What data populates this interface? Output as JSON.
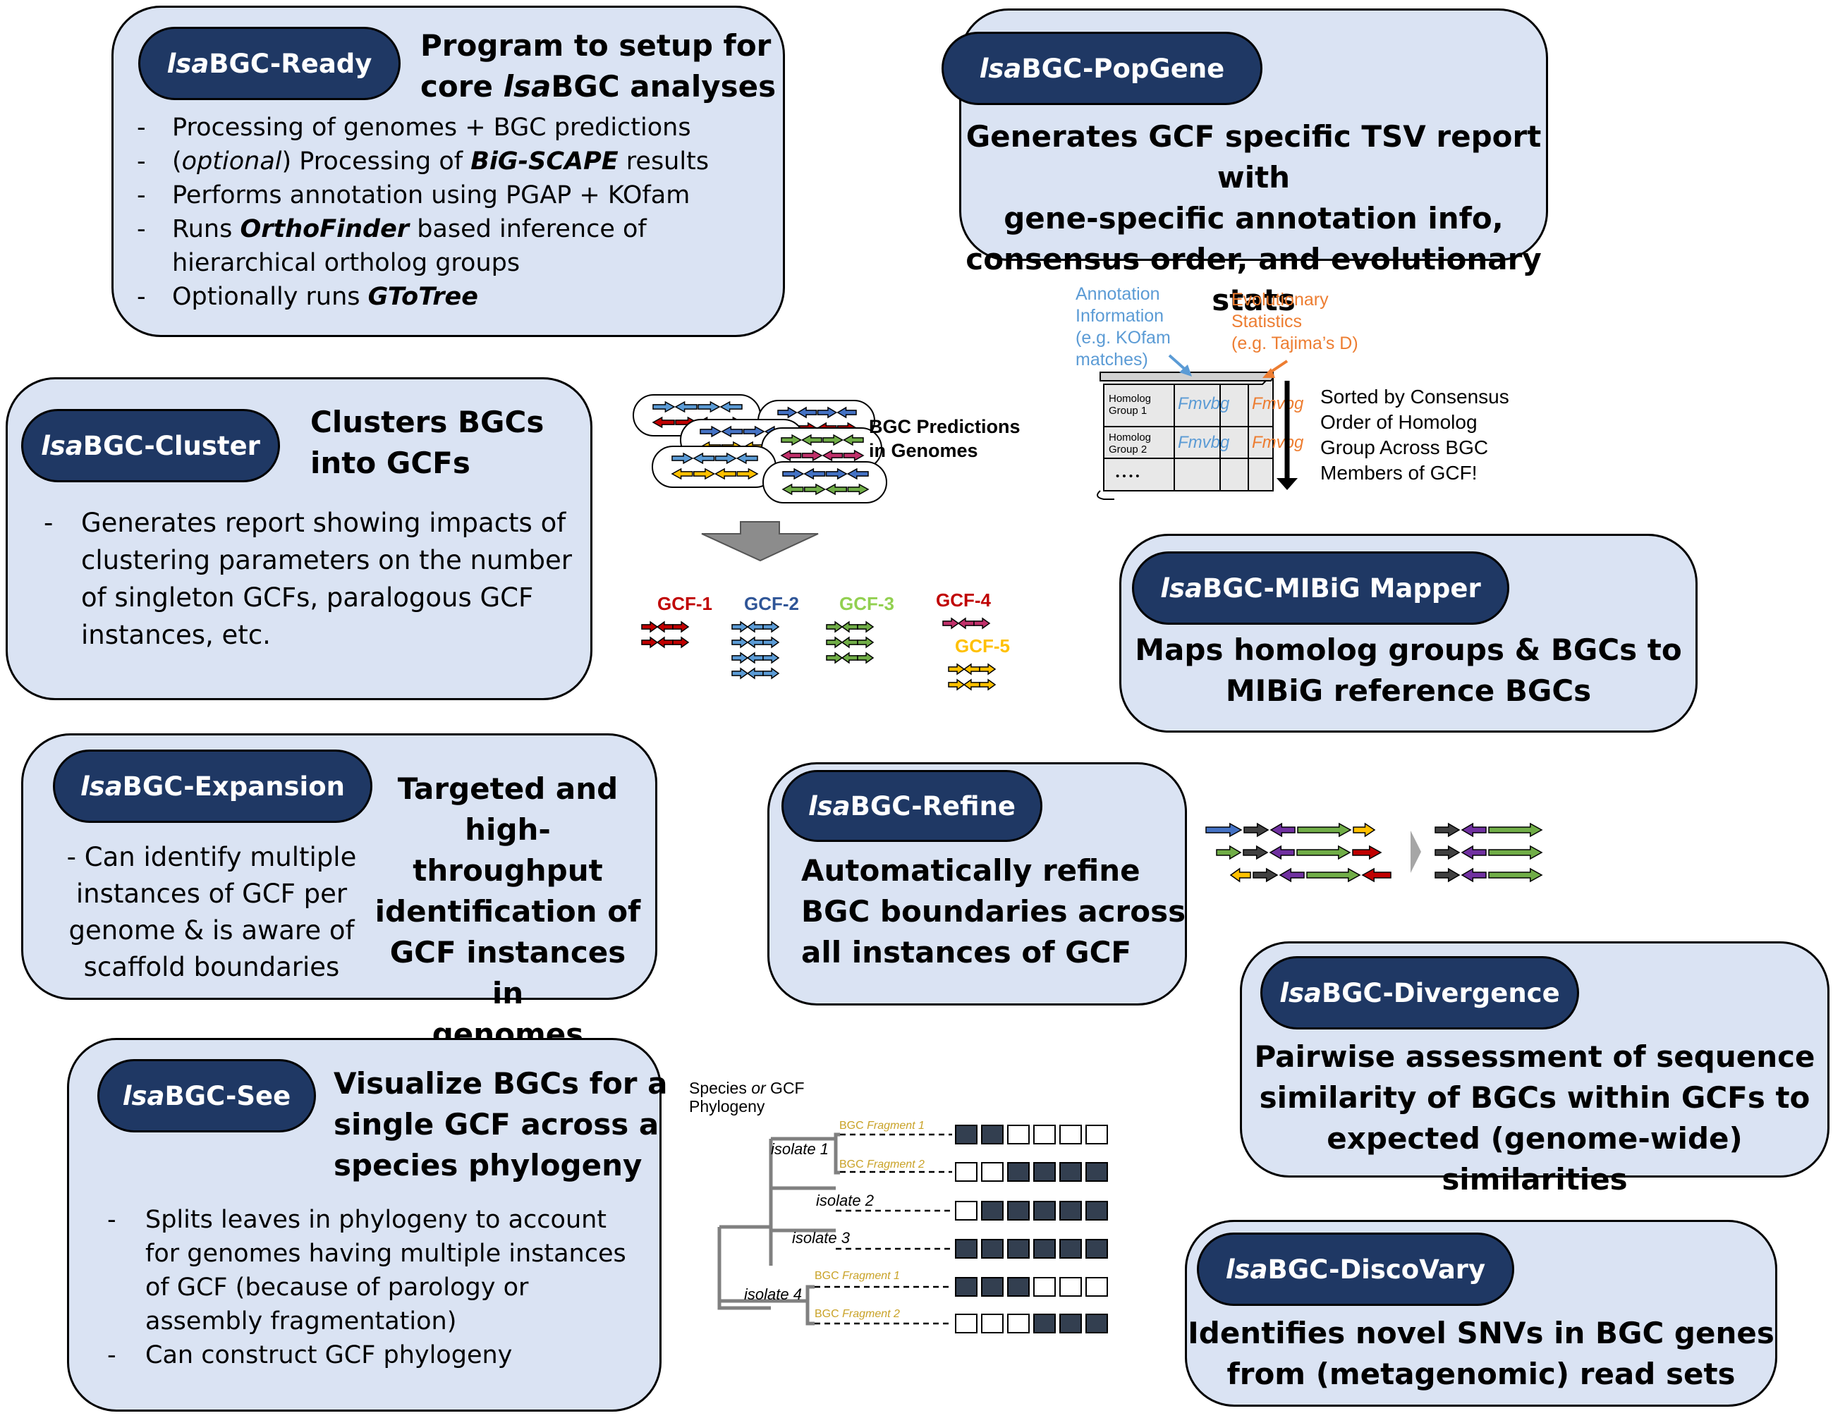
{
  "ready": {
    "pill_italic": "lsa",
    "pill_rest": "BGC-Ready",
    "head_line1": "Program to setup for",
    "head_line2_pre": "core ",
    "head_line2_italic": "lsa",
    "head_line2_post": "BGC analyses",
    "bullets": [
      {
        "pre": "Processing of genomes + BGC predictions",
        "emph": "",
        "post": ""
      },
      {
        "pre": "(",
        "italic": "optional",
        "mid": ") Processing of ",
        "emph": "BiG-SCAPE",
        "post": " results"
      },
      {
        "pre": "Performs annotation using PGAP + KOfam",
        "emph": "",
        "post": ""
      },
      {
        "pre": "Runs ",
        "emph": "OrthoFinder",
        "post": " based inference of hierarchical ortholog groups"
      },
      {
        "pre": "Optionally runs ",
        "emph": "GToTree",
        "post": ""
      }
    ]
  },
  "popgene": {
    "pill_italic": "lsa",
    "pill_rest": "BGC-PopGene",
    "head_lines": [
      "Generates GCF specific TSV report with",
      "gene-specific annotation info,",
      "consensus order, and evolutionary stats"
    ]
  },
  "cluster": {
    "pill_italic": "lsa",
    "pill_rest": "BGC-Cluster",
    "head_lines": [
      "Clusters BGCs",
      "into GCFs"
    ],
    "bullet": "Generates report showing impacts of clustering parameters on the number of singleton GCFs, paralogous GCF instances, etc."
  },
  "expansion": {
    "pill_italic": "lsa",
    "pill_rest": "BGC-Expansion",
    "body_lines": [
      "- Can identify multiple",
      "instances of GCF per",
      "genome & is aware of",
      "scaffold boundaries"
    ],
    "head_lines": [
      "Targeted and high-",
      "throughput",
      "identification of",
      "GCF instances in",
      "genomes"
    ]
  },
  "refine": {
    "pill_italic": "lsa",
    "pill_rest": "BGC-Refine",
    "head_lines": [
      "Automatically refine",
      "BGC boundaries across",
      "all instances of GCF"
    ]
  },
  "mibig": {
    "pill_italic": "lsa",
    "pill_rest": "BGC-MIBiG Mapper",
    "head_lines": [
      "Maps homolog groups & BGCs to",
      "MIBiG reference BGCs"
    ]
  },
  "divergence": {
    "pill_italic": "lsa",
    "pill_rest": "BGC-Divergence",
    "head_lines": [
      "Pairwise assessment of sequence",
      "similarity of BGCs within GCFs to",
      "expected (genome-wide) similarities"
    ]
  },
  "see": {
    "pill_italic": "lsa",
    "pill_rest": "BGC-See",
    "head_lines": [
      "Visualize BGCs for a",
      "single GCF across a",
      "species phylogeny"
    ],
    "bullets": [
      "Splits leaves in phylogeny to account for genomes having multiple instances of GCF (because of parology or assembly fragmentation)",
      "Can construct GCF phylogeny"
    ]
  },
  "discovary": {
    "pill_italic": "lsa",
    "pill_rest": "BGC-DiscoVary",
    "head_lines": [
      "Identifies novel SNVs in BGC genes",
      "from (metagenomic) read sets"
    ]
  },
  "predictions_label": [
    "BGC Predictions",
    "in Genomes"
  ],
  "gcf_labels": [
    {
      "text": "GCF-1",
      "color": "#c00000"
    },
    {
      "text": "GCF-2",
      "color": "#2f5597"
    },
    {
      "text": "GCF-3",
      "color": "#92d050"
    },
    {
      "text": "GCF-4",
      "color": "#c00000"
    },
    {
      "text": "GCF-5",
      "color": "#ffc000"
    }
  ],
  "tsv": {
    "annotation_label": [
      "Annotation",
      "Information",
      "(e.g. KOfam",
      "matches)"
    ],
    "annotation_color": "#5b9bd5",
    "evolution_label": [
      "Evolutionary",
      "Statistics",
      "(e.g. Tajima’s D)"
    ],
    "evolution_color": "#ed7d31",
    "row1": [
      "Homolog",
      "Group 1"
    ],
    "row2": [
      "Homolog",
      "Group 2"
    ],
    "ellipsis": "• • • •",
    "cell_scribble": "Fmvbg",
    "sorted_label": [
      "Sorted by Consensus",
      "Order of Homolog",
      "Group Across BGC",
      "Members of GCF!"
    ]
  },
  "phylogeny": {
    "title_pre": "Species ",
    "title_italic": "or",
    "title_post": " GCF",
    "title_line2": "Phylogeny",
    "isolates": [
      "isolate 1",
      "isolate 2",
      "isolate 3",
      "isolate 4"
    ],
    "fragment_prefix": "BGC ",
    "fragments": [
      "Fragment 1",
      "Fragment 2",
      "Fragment 1",
      "Fragment 2"
    ],
    "fragment_color": "#c9a227",
    "rows": [
      [
        1,
        1,
        0,
        0,
        0,
        0
      ],
      [
        0,
        0,
        1,
        1,
        1,
        1
      ],
      [
        0,
        1,
        1,
        1,
        1,
        1
      ],
      [
        1,
        1,
        1,
        1,
        1,
        1
      ],
      [
        1,
        1,
        1,
        0,
        0,
        0
      ],
      [
        0,
        0,
        0,
        1,
        1,
        1
      ]
    ]
  },
  "colors": {
    "box_fill": "#dae3f3",
    "pill_fill": "#1f3864",
    "arrow_blue": "#4472c4",
    "arrow_green": "#70ad47",
    "arrow_purple": "#7030a0",
    "arrow_dark": "#404040",
    "arrow_red": "#c00000",
    "arrow_yellow": "#ffc000",
    "arrow_pink": "#c0306a",
    "arrow_lightblue": "#5b9bd5"
  }
}
